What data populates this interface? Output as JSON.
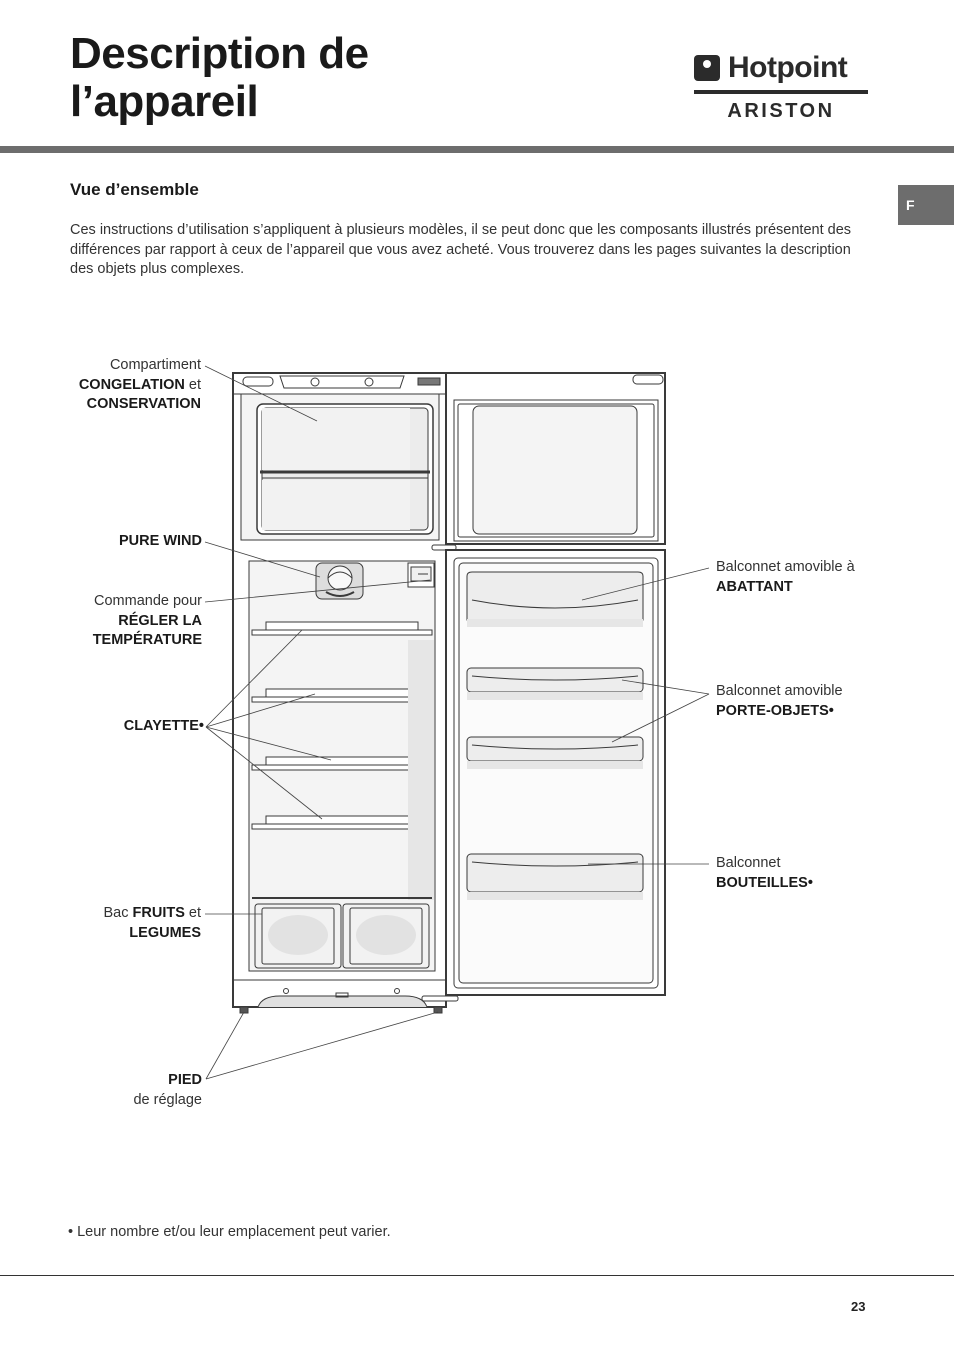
{
  "header": {
    "title_line1": "Description de",
    "title_line2": "l’appareil",
    "brand": "Hotpoint",
    "brand_sub": "ARISTON",
    "lang_tab": "F"
  },
  "section": {
    "title": "Vue d’ensemble",
    "intro": "Ces instructions d’utilisation s’appliquent à plusieurs modèles, il se peut donc que les composants illustrés présentent des différences par rapport à ceux de l’appareil que vous avez acheté. Vous trouverez dans les pages suivantes la description des objets plus complexes."
  },
  "labels": {
    "freezer": {
      "l1": "Compartiment",
      "l2a": "CONGELATION",
      "l2b": " et",
      "l3": "CONSERVATION"
    },
    "pure_wind": {
      "l1": "PURE WIND"
    },
    "thermostat": {
      "l1": "Commande pour",
      "l2": "RÉGLER LA",
      "l3": "TEMPÉRATURE"
    },
    "shelf": {
      "l1": "CLAYETTE•"
    },
    "crisper": {
      "l1a": "Bac ",
      "l1b": "FRUITS",
      "l1c": " et",
      "l2": "LEGUMES"
    },
    "foot": {
      "l1": "PIED",
      "l2": "de réglage"
    },
    "door_flap": {
      "l1": "Balconnet amovible à",
      "l2": "ABATTANT"
    },
    "door_shelf": {
      "l1": "Balconnet amovible",
      "l2": "PORTE-OBJETS•"
    },
    "bottle_shelf": {
      "l1": "Balconnet",
      "l2": "BOUTEILLES•"
    }
  },
  "footnote": "• Leur nombre et/ou leur emplacement peut varier.",
  "page_number": "23"
}
